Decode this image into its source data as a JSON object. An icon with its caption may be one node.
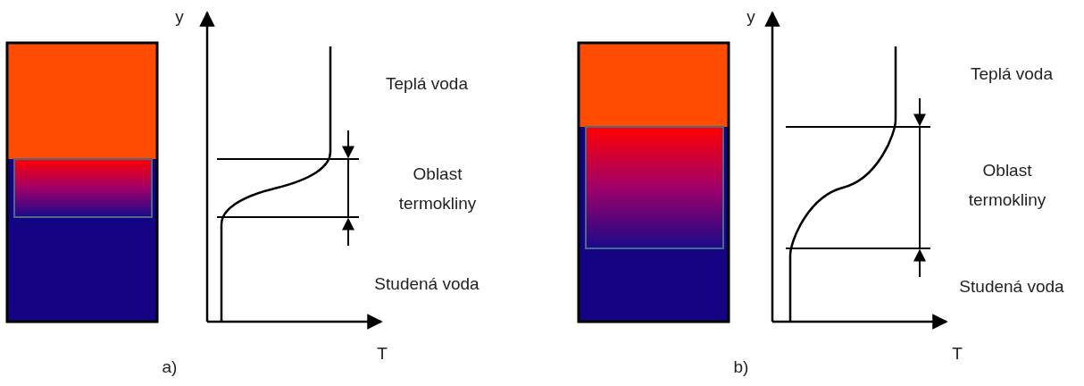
{
  "diagram": {
    "labels": [
      "y",
      "Teplá voda",
      "Oblast termokliny",
      "Studená voda",
      "T",
      "a)",
      "y",
      "Teplá voda",
      "Oblast termokliny",
      "Studená voda",
      "T",
      "b)"
    ]
  }
}
